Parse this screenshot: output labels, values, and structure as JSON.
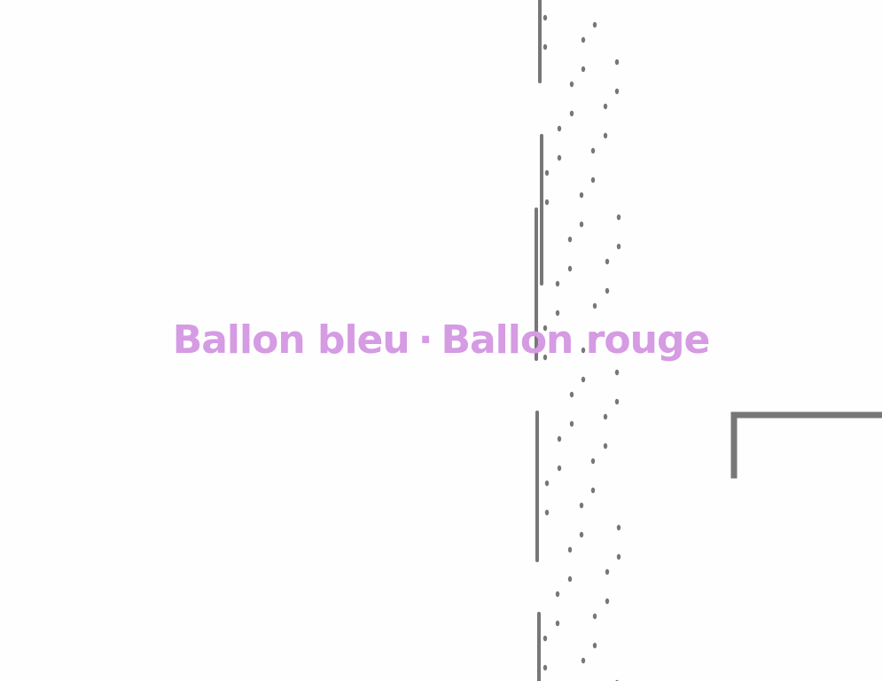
{
  "game": {
    "title_left": "Ballon bleu",
    "separator": "·",
    "title_right": "Ballon rouge"
  },
  "colors": {
    "background": "#fefefe",
    "title": "#d59be3",
    "wall": "#777777",
    "particle": "#777777"
  },
  "icons": {
    "wall_segment": "vertical-line",
    "corner_frame": "corner-bracket",
    "particle": "dot"
  }
}
